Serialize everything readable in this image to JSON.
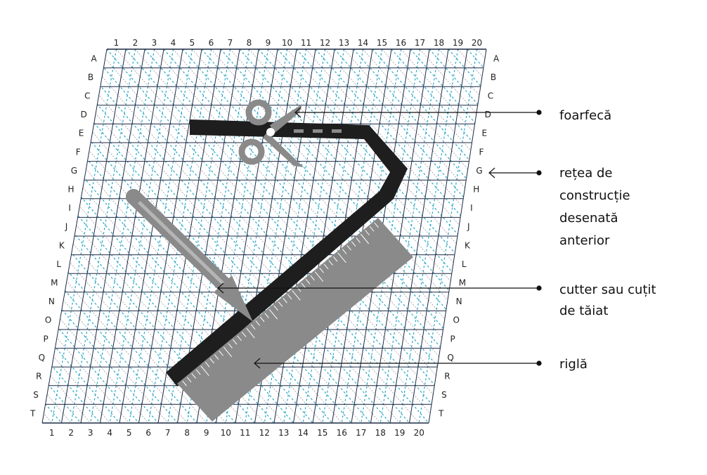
{
  "grid": {
    "columns": [
      "1",
      "2",
      "3",
      "4",
      "5",
      "6",
      "7",
      "8",
      "9",
      "10",
      "11",
      "12",
      "13",
      "14",
      "15",
      "16",
      "17",
      "18",
      "19",
      "20"
    ],
    "rows": [
      "A",
      "B",
      "C",
      "D",
      "E",
      "F",
      "G",
      "H",
      "I",
      "J",
      "K",
      "L",
      "M",
      "N",
      "O",
      "P",
      "Q",
      "R",
      "S",
      "T"
    ],
    "line_color": "#1f2a44",
    "dashed_color": "#2aa8c8"
  },
  "tools": {
    "strip_color": "#1e1e1e",
    "tool_color": "#8a8a8a"
  },
  "callouts": [
    {
      "id": "scissors",
      "lines": [
        "foarfecă"
      ]
    },
    {
      "id": "grid",
      "lines": [
        "rețea de",
        "construcție",
        "desenată",
        "anterior"
      ]
    },
    {
      "id": "cutter",
      "lines": [
        "cutter sau cuțit",
        "de tăiat"
      ]
    },
    {
      "id": "ruler",
      "lines": [
        "riglă"
      ]
    }
  ]
}
